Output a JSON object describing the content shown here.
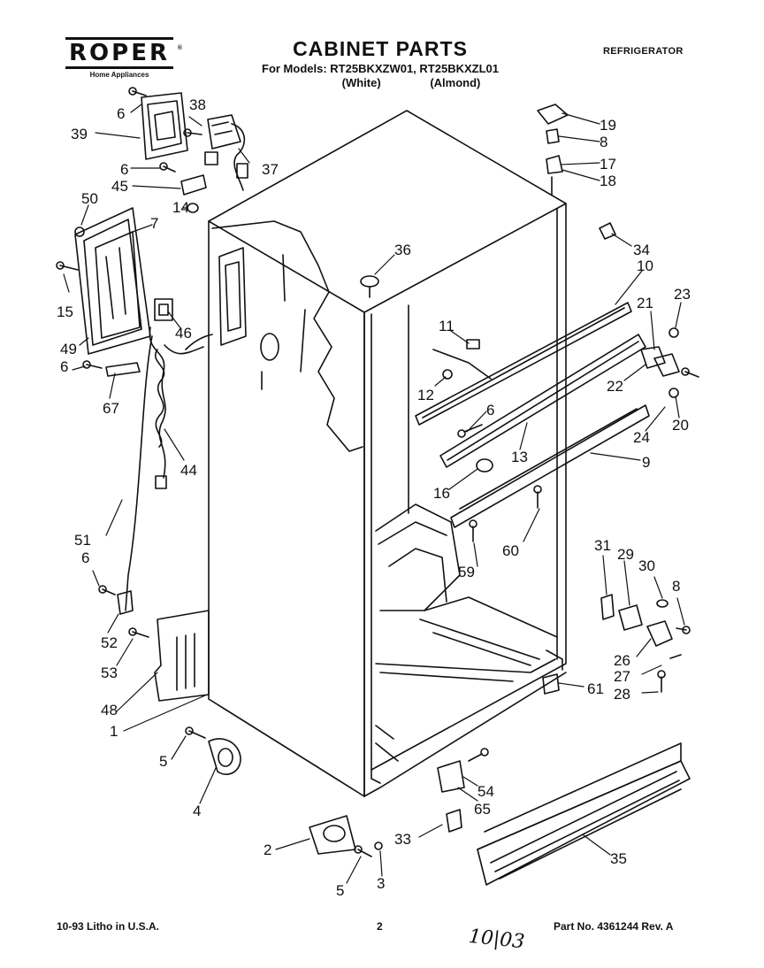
{
  "brand": {
    "name": "ROPER",
    "trademark": "®",
    "tagline": "Home Appliances"
  },
  "header": {
    "title": "CABINET PARTS",
    "models_line": "For Models: RT25BKXZW01, RT25BKXZL01",
    "variant_white": "(White)",
    "variant_almond": "(Almond)",
    "doc_type": "REFRIGERATOR"
  },
  "callouts": [
    {
      "id": "c6a",
      "text": "6"
    },
    {
      "id": "c38",
      "text": "38"
    },
    {
      "id": "c39",
      "text": "39"
    },
    {
      "id": "c6b",
      "text": "6"
    },
    {
      "id": "c37",
      "text": "37"
    },
    {
      "id": "c45",
      "text": "45"
    },
    {
      "id": "c14",
      "text": "14"
    },
    {
      "id": "c50",
      "text": "50"
    },
    {
      "id": "c7",
      "text": "7"
    },
    {
      "id": "c15",
      "text": "15"
    },
    {
      "id": "c46",
      "text": "46"
    },
    {
      "id": "c49",
      "text": "49"
    },
    {
      "id": "c6c",
      "text": "6"
    },
    {
      "id": "c67",
      "text": "67"
    },
    {
      "id": "c44",
      "text": "44"
    },
    {
      "id": "c51",
      "text": "51"
    },
    {
      "id": "c6d",
      "text": "6"
    },
    {
      "id": "c52",
      "text": "52"
    },
    {
      "id": "c53",
      "text": "53"
    },
    {
      "id": "c48",
      "text": "48"
    },
    {
      "id": "c1",
      "text": "1"
    },
    {
      "id": "c5a",
      "text": "5"
    },
    {
      "id": "c4",
      "text": "4"
    },
    {
      "id": "c2",
      "text": "2"
    },
    {
      "id": "c5b",
      "text": "5"
    },
    {
      "id": "c3",
      "text": "3"
    },
    {
      "id": "c33",
      "text": "33"
    },
    {
      "id": "c35",
      "text": "35"
    },
    {
      "id": "c54",
      "text": "54"
    },
    {
      "id": "c65",
      "text": "65"
    },
    {
      "id": "c36",
      "text": "36"
    },
    {
      "id": "c19",
      "text": "19"
    },
    {
      "id": "c8a",
      "text": "8"
    },
    {
      "id": "c17",
      "text": "17"
    },
    {
      "id": "c18",
      "text": "18"
    },
    {
      "id": "c34",
      "text": "34"
    },
    {
      "id": "c10",
      "text": "10"
    },
    {
      "id": "c23",
      "text": "23"
    },
    {
      "id": "c21",
      "text": "21"
    },
    {
      "id": "c11",
      "text": "11"
    },
    {
      "id": "c12",
      "text": "12"
    },
    {
      "id": "c22",
      "text": "22"
    },
    {
      "id": "c6e",
      "text": "6"
    },
    {
      "id": "c24",
      "text": "24"
    },
    {
      "id": "c20",
      "text": "20"
    },
    {
      "id": "c13",
      "text": "13"
    },
    {
      "id": "c9",
      "text": "9"
    },
    {
      "id": "c16",
      "text": "16"
    },
    {
      "id": "c60",
      "text": "60"
    },
    {
      "id": "c59",
      "text": "59"
    },
    {
      "id": "c31",
      "text": "31"
    },
    {
      "id": "c29",
      "text": "29"
    },
    {
      "id": "c30",
      "text": "30"
    },
    {
      "id": "c8b",
      "text": "8"
    },
    {
      "id": "c26",
      "text": "26"
    },
    {
      "id": "c27",
      "text": "27"
    },
    {
      "id": "c28",
      "text": "28"
    },
    {
      "id": "c61",
      "text": "61"
    }
  ],
  "footer": {
    "print_info": "10-93 Litho in U.S.A.",
    "page_number": "2",
    "part_number": "Part No. 4361244 Rev. A",
    "handwritten_date": "10|03"
  }
}
